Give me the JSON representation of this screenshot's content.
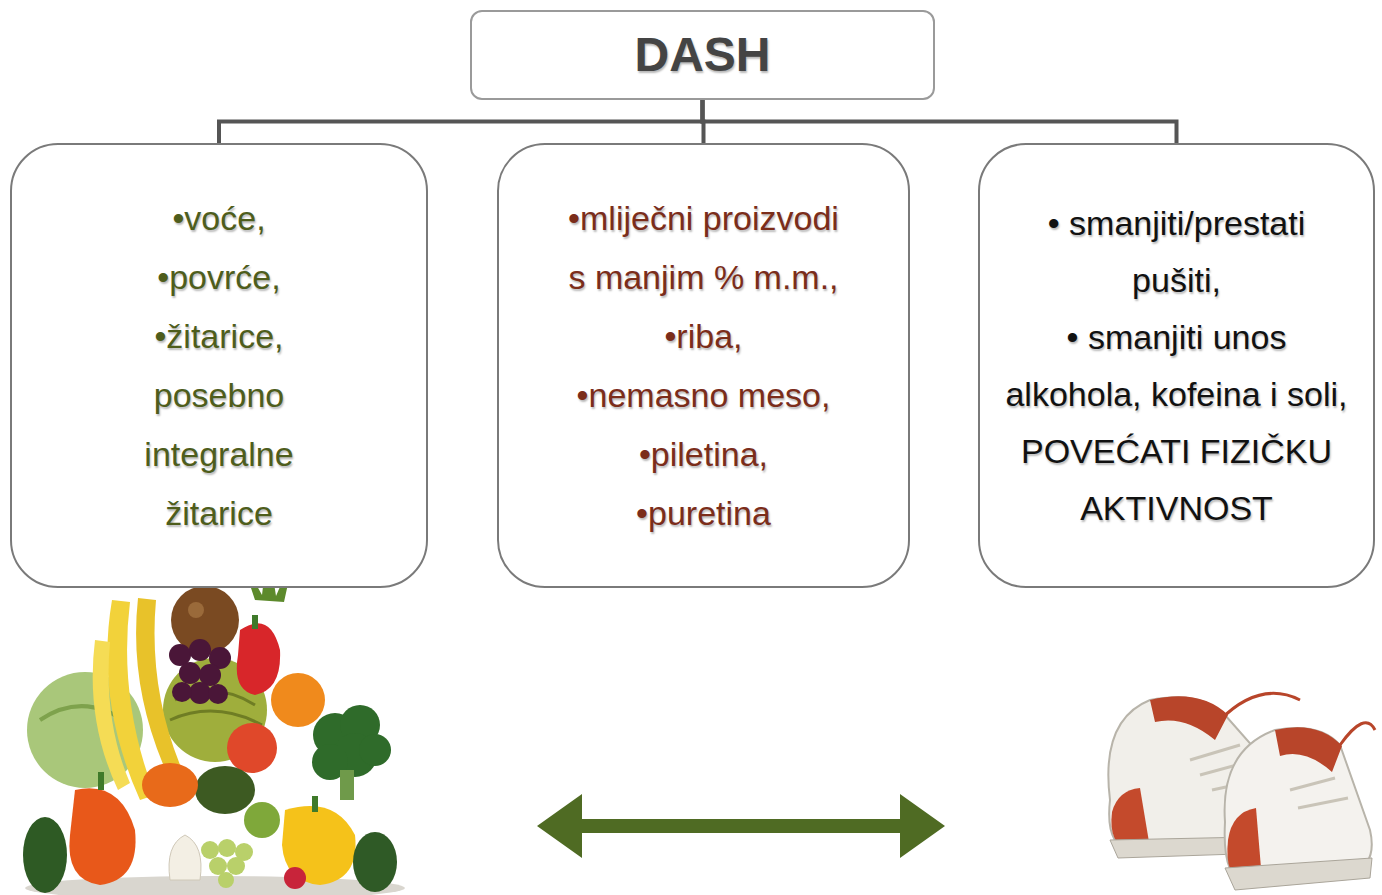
{
  "diagram": {
    "nodes": [
      {
        "text": [
          "DASH"
        ]
      },
      {
        "text": [
          "•voće,",
          "•povrće,",
          "•žitarice, posebno integralne žitarice"
        ]
      },
      {
        "text": [
          "•mliječni proizvodi s manjim % m.m.,",
          "•riba,",
          "•nemasno meso,",
          "•piletina,",
          "•puretina"
        ]
      },
      {
        "text": [
          "• smanjiti/prestati pušiti,",
          "• smanjiti unos alkohola, kofeina i soli,",
          "POVEĆATI FIZIČKU AKTIVNOST"
        ]
      }
    ],
    "edges": [
      {
        "from": 0,
        "to": 1,
        "arrow": "none"
      },
      {
        "from": 0,
        "to": 2,
        "arrow": "none"
      },
      {
        "from": 0,
        "to": 3,
        "arrow": "none"
      }
    ]
  }
}
